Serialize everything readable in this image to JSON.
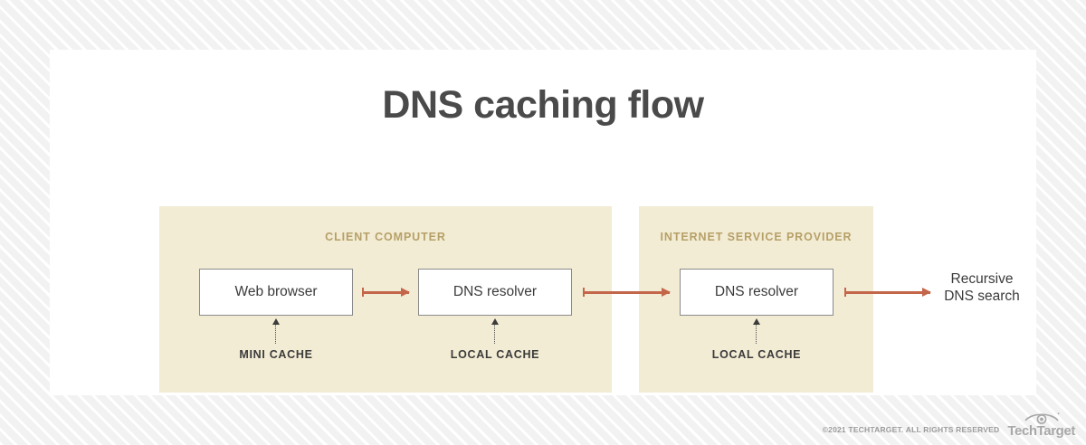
{
  "title": "DNS caching flow",
  "panels": [
    {
      "name": "client",
      "title": "CLIENT COMPUTER",
      "nodes": [
        {
          "label": "Web browser",
          "cache": "MINI CACHE"
        },
        {
          "label": "DNS resolver",
          "cache": "LOCAL CACHE"
        }
      ]
    },
    {
      "name": "isp",
      "title": "INTERNET SERVICE PROVIDER",
      "nodes": [
        {
          "label": "DNS resolver",
          "cache": "LOCAL CACHE"
        }
      ]
    }
  ],
  "outcome": {
    "line1": "Recursive",
    "line2": "DNS search"
  },
  "footer": {
    "copyright": "©2021 TECHTARGET. ALL RIGHTS RESERVED",
    "logo_word": "TechTarget",
    "logo_icon": "eye-icon"
  },
  "colors": {
    "title": "#4a4a4a",
    "panel_bg": "#f3ecd4",
    "panel_title": "#b6a068",
    "arrow": "#c4664a",
    "node_border": "#8a8a8a",
    "node_text": "#3b3b3b",
    "footer_text": "#9b9b9b"
  }
}
